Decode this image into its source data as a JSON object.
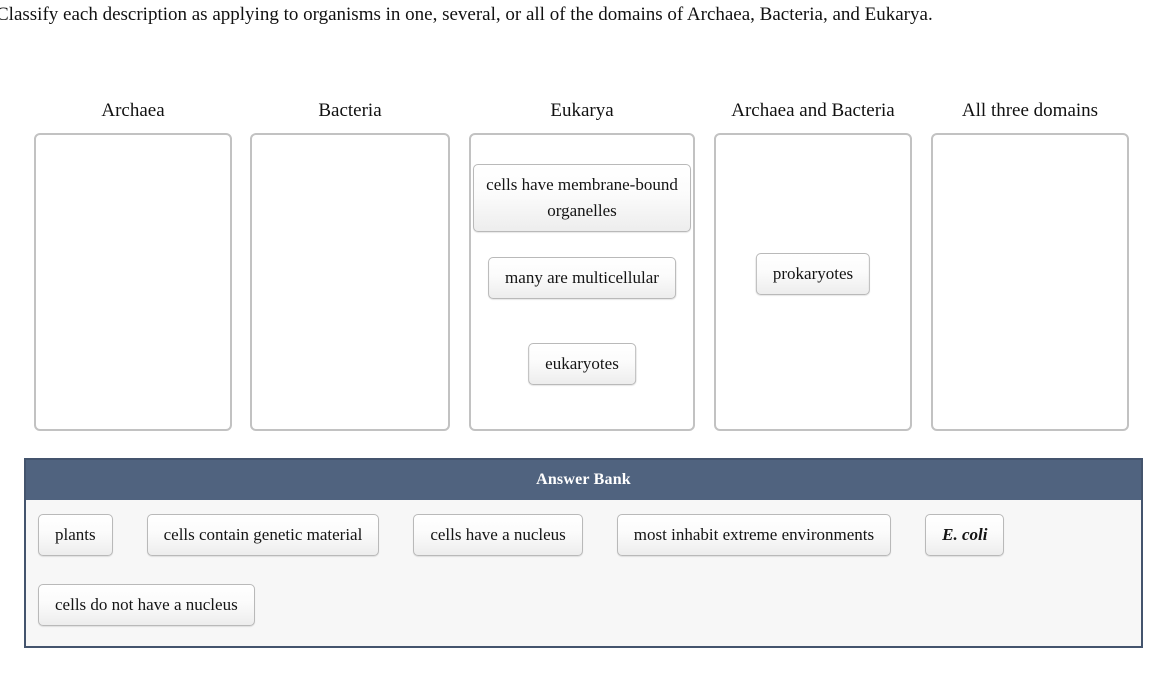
{
  "prompt": {
    "text": "Classify each description as applying to organisms in one, several, or all of the domains of Archaea, Bacteria, and Eukarya."
  },
  "colors": {
    "bank_header_bg": "#50637f",
    "bank_border": "#44546d",
    "bank_body_bg": "#f7f7f7",
    "dropzone_border": "#c2c2c2",
    "tile_border": "#b9b9b9",
    "text": "#141414"
  },
  "categories": [
    {
      "id": "archaea",
      "title": "Archaea",
      "tiles": []
    },
    {
      "id": "bacteria",
      "title": "Bacteria",
      "tiles": []
    },
    {
      "id": "eukarya",
      "title": "Eukarya",
      "tiles": [
        {
          "label": "cells have membrane-bound organelles",
          "multiline": true,
          "italic": false
        },
        {
          "label": "many are multicellular",
          "multiline": false,
          "italic": false
        },
        {
          "label": "eukaryotes",
          "multiline": false,
          "italic": false
        }
      ]
    },
    {
      "id": "archaea-and-bacteria",
      "title": "Archaea and Bacteria",
      "tiles": [
        {
          "label": "prokaryotes",
          "multiline": false,
          "italic": false
        }
      ]
    },
    {
      "id": "all-three-domains",
      "title": "All three domains",
      "tiles": []
    }
  ],
  "answer_bank": {
    "header": "Answer Bank",
    "rows": [
      [
        {
          "label": "plants",
          "italic": false
        },
        {
          "label": "cells contain genetic material",
          "italic": false
        },
        {
          "label": "cells have a nucleus",
          "italic": false
        },
        {
          "label": "most inhabit extreme environments",
          "italic": false
        },
        {
          "label": "E. coli",
          "italic": true
        }
      ],
      [
        {
          "label": "cells do not have a nucleus",
          "italic": false
        }
      ]
    ]
  }
}
